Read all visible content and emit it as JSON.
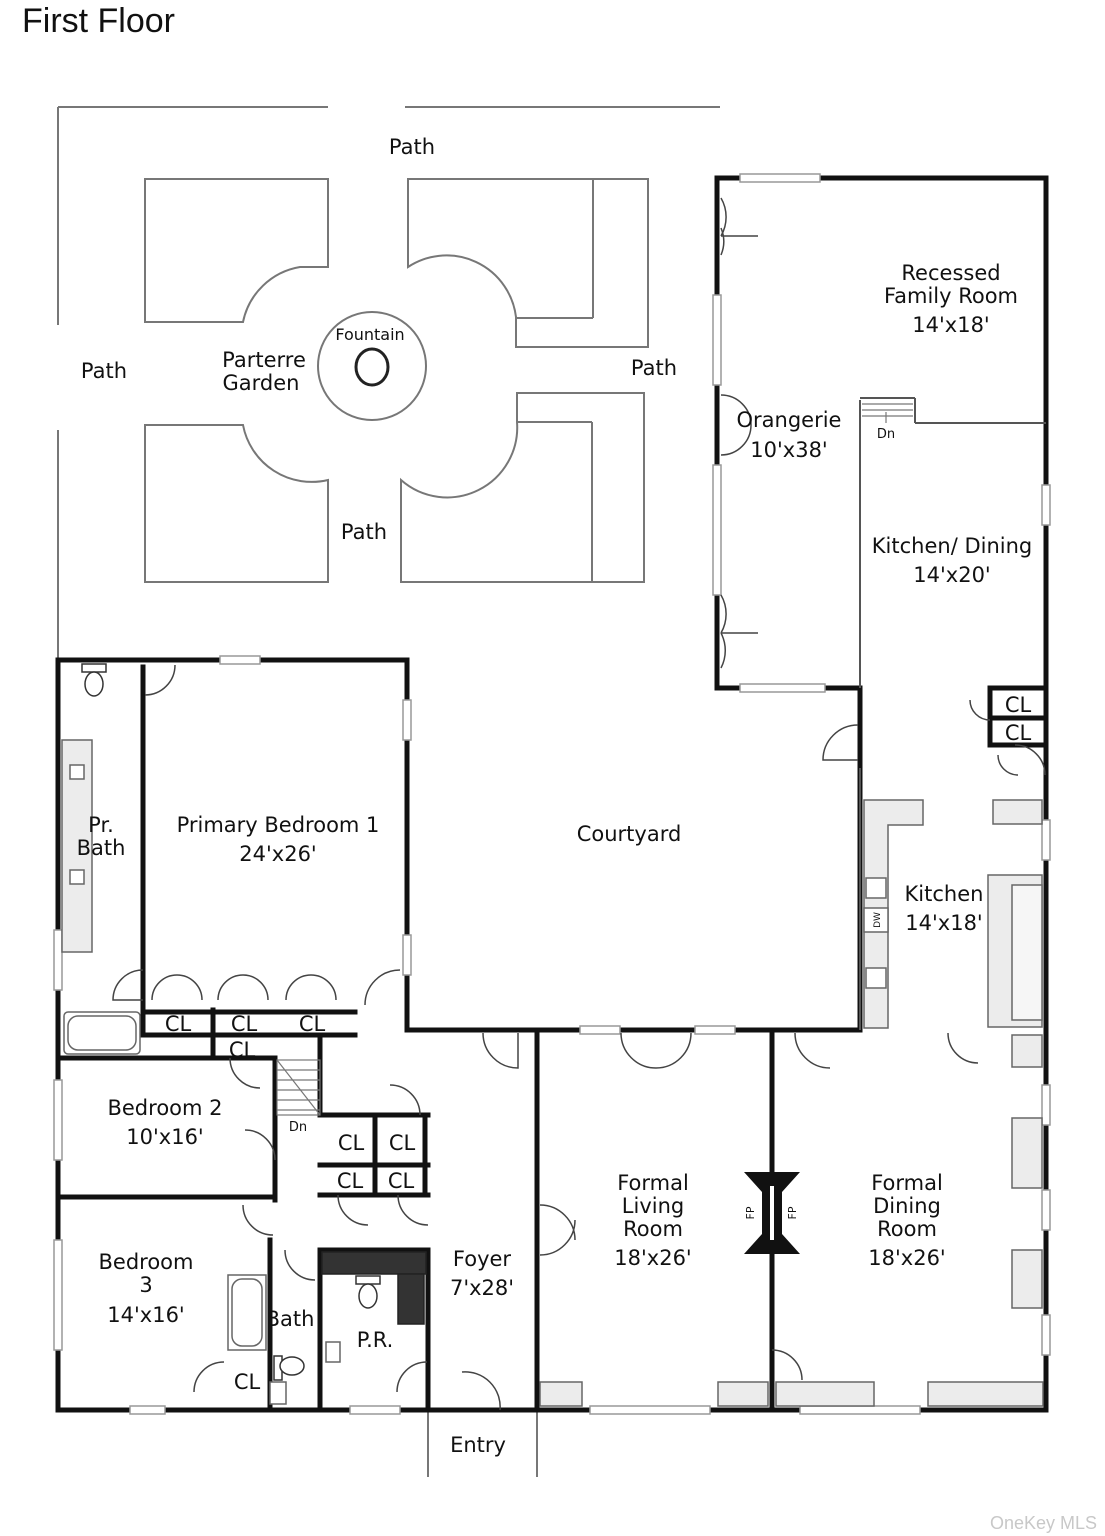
{
  "title": "First Floor",
  "watermark": "OneKey MLS",
  "labels": {
    "path_top": "Path",
    "path_left": "Path",
    "path_right": "Path",
    "path_center": "Path",
    "fountain": "Fountain",
    "parterre_1": "Parterre",
    "parterre_2": "Garden",
    "recessed_1": "Recessed",
    "recessed_2": "Family Room",
    "recessed_dim": "14'x18'",
    "orangerie": "Orangerie",
    "orangerie_dim": "10'x38'",
    "stair_dn_upper": "Dn",
    "kitchen_dining": "Kitchen/ Dining",
    "kitchen_dining_dim": "14'x20'",
    "cl_k1": "CL",
    "cl_k2": "CL",
    "courtyard": "Courtyard",
    "kitchen": "Kitchen",
    "kitchen_dim": "14'x18'",
    "dw": "DW",
    "pr_bath_1": "Pr.",
    "pr_bath_2": "Bath",
    "primary_bedroom": "Primary Bedroom 1",
    "primary_bedroom_dim": "24'x26'",
    "cl_p1": "CL",
    "cl_p2": "CL",
    "cl_p3": "CL",
    "cl_p4": "CL",
    "bedroom2": "Bedroom 2",
    "bedroom2_dim": "10'x16'",
    "stair_dn_lower": "Dn",
    "cl_h1": "CL",
    "cl_h2": "CL",
    "cl_h3": "CL",
    "cl_h4": "CL",
    "bedroom3_1": "Bedroom",
    "bedroom3_2": "3",
    "bedroom3_dim": "14'x16'",
    "bath": "Bath",
    "cl_b3": "CL",
    "pr": "P.R.",
    "foyer": "Foyer",
    "foyer_dim": "7'x28'",
    "living_1": "Formal",
    "living_2": "Living",
    "living_3": "Room",
    "living_dim": "18'x26'",
    "fp_left": "FP",
    "fp_right": "FP",
    "dining_1": "Formal",
    "dining_2": "Dining",
    "dining_3": "Room",
    "dining_dim": "18'x26'",
    "entry": "Entry"
  }
}
